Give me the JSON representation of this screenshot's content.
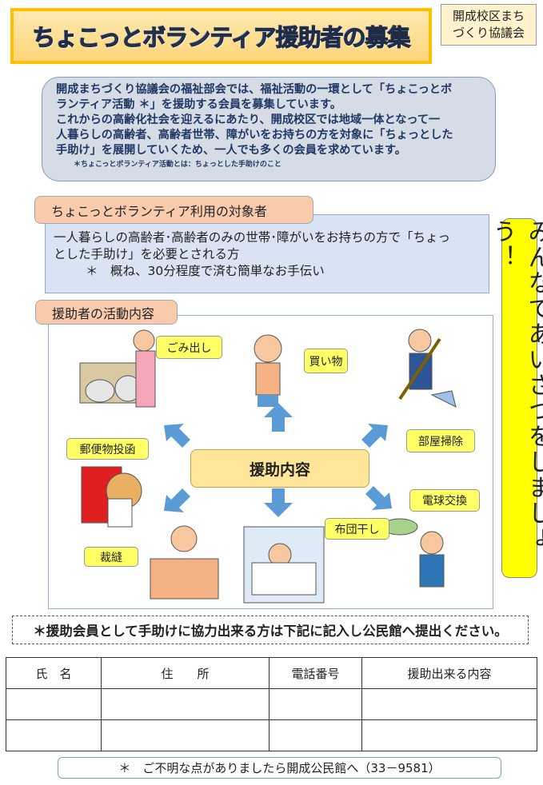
{
  "title": "ちょこっとボランティア援助者の募集",
  "organization": [
    "開成校区まち",
    "づくり協議会"
  ],
  "intro": {
    "lines": [
      "開成まちづくり協議会の福祉部会では、福祉活動の一環として「ちょこっとボ",
      "ランティア活動 ＊」を援助する会員を募集しています。",
      "これからの高齢化社会を迎えるにあたり、開成校区では地域一体となって一",
      "人暮らしの高齢者、高齢者世帯、障がいをお持ちの方を対象に「ちょっとした",
      "手助け」を展開していくため、一人でも多くの会員を求めています。"
    ],
    "note": "＊ちょこっとボランティア活動とは：ちょっとした手助けのこと"
  },
  "target": {
    "heading": "ちょこっとボランティア利用の対象者",
    "lines": [
      "一人暮らしの高齢者･高齢者のみの世帯･障がいをお持ちの方で「ちょっ",
      "とした手助け」を必要とされる方"
    ],
    "note": "＊　概ね、30分程度で済む簡単なお手伝い"
  },
  "activities": {
    "heading": "援助者の活動内容",
    "center": "援助内容",
    "items": [
      "ごみ出し",
      "買い物",
      "部屋掃除",
      "郵便物投函",
      "電球交換",
      "布団干し",
      "裁縫"
    ]
  },
  "slogan": "みんなであいさつをしましょう！",
  "notice": "＊援助会員として手助けに協力出来る方は下記に記入し公民館へ提出ください。",
  "form": {
    "headers": [
      "氏　名",
      "住　　所",
      "電話番号",
      "援助出来る内容"
    ]
  },
  "footer": "＊　ご不明な点がありましたら開成公民館へ（33－9581）",
  "colors": {
    "title_border": "#ffc000",
    "intro_bg": "#d6dce5",
    "tag_bg": "#f8cbad",
    "slogan_bg": "#ffff00",
    "arrow": "#5b9bd5"
  }
}
